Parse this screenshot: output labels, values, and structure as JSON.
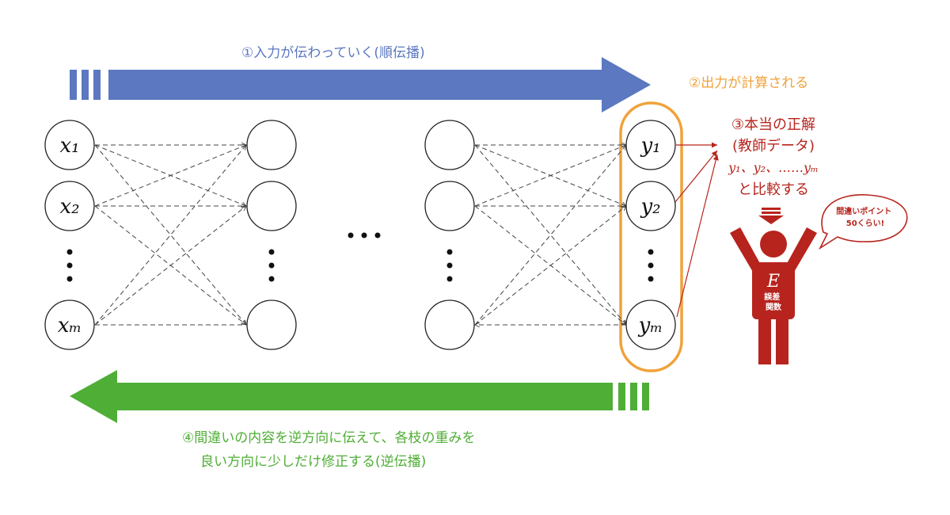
{
  "colors": {
    "forward": "#5b78c0",
    "output_highlight": "#f0a23a",
    "teacher": "#b7241d",
    "backward": "#4fae36",
    "node_stroke": "#222222",
    "edge": "#444444"
  },
  "steps": {
    "forward": "①入力が伝わっていく(順伝播)",
    "output": "②出力が計算される",
    "teacher_line1": "③本当の正解",
    "teacher_line2": "(教師データ)",
    "teacher_values": "y₁、y₂、……yₘ",
    "teacher_line4": "と比較する",
    "backward_line1": "④間違いの内容を逆方向に伝えて、各枝の重みを",
    "backward_line2": "良い方向に少しだけ修正する(逆伝播)"
  },
  "network": {
    "input_labels": [
      "x₁",
      "x₂",
      "xₘ"
    ],
    "output_labels": [
      "y₁",
      "y₂",
      "yₘ"
    ],
    "vertical_ellipsis": "⋮",
    "horizontal_ellipsis": "…"
  },
  "figure": {
    "speech": "間違いポイント\n50くらい!",
    "body_symbol": "E",
    "body_label": "誤差\n関数"
  }
}
